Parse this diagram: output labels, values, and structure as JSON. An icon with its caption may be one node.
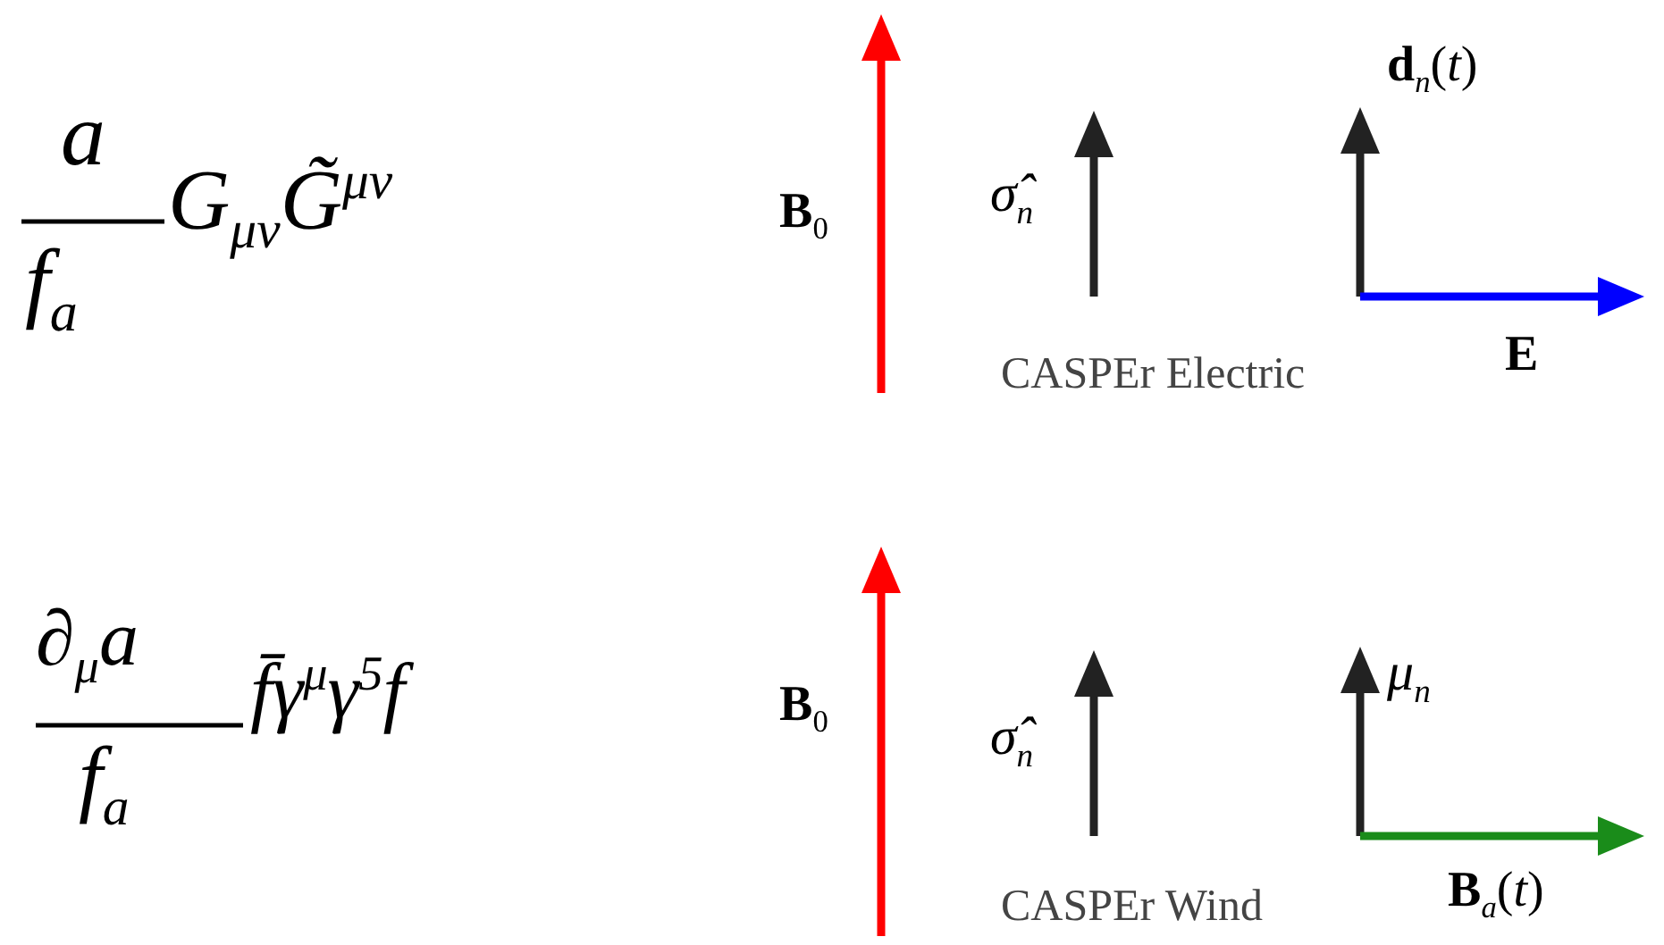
{
  "diagram": {
    "labels": [
      "a",
      "f$_{a}$",
      "G$_{μν}$G̃$^{μν}$",
      "**B**$_{0}$",
      "*σ̂*$_{n}$",
      "**d**$_{n}$(*t*)",
      "**E**",
      "CASPEr Electric",
      "∂$_{μ}$a",
      "f$_{a}$",
      "f̄γ$^{μ}$γ$^{5}$f",
      "**B**$_{0}$",
      "*σ̂*$_{n}$",
      "*μ*$_{n}$",
      "**B**$_{a}$(*t*)",
      "CASPEr Wind"
    ]
  }
}
